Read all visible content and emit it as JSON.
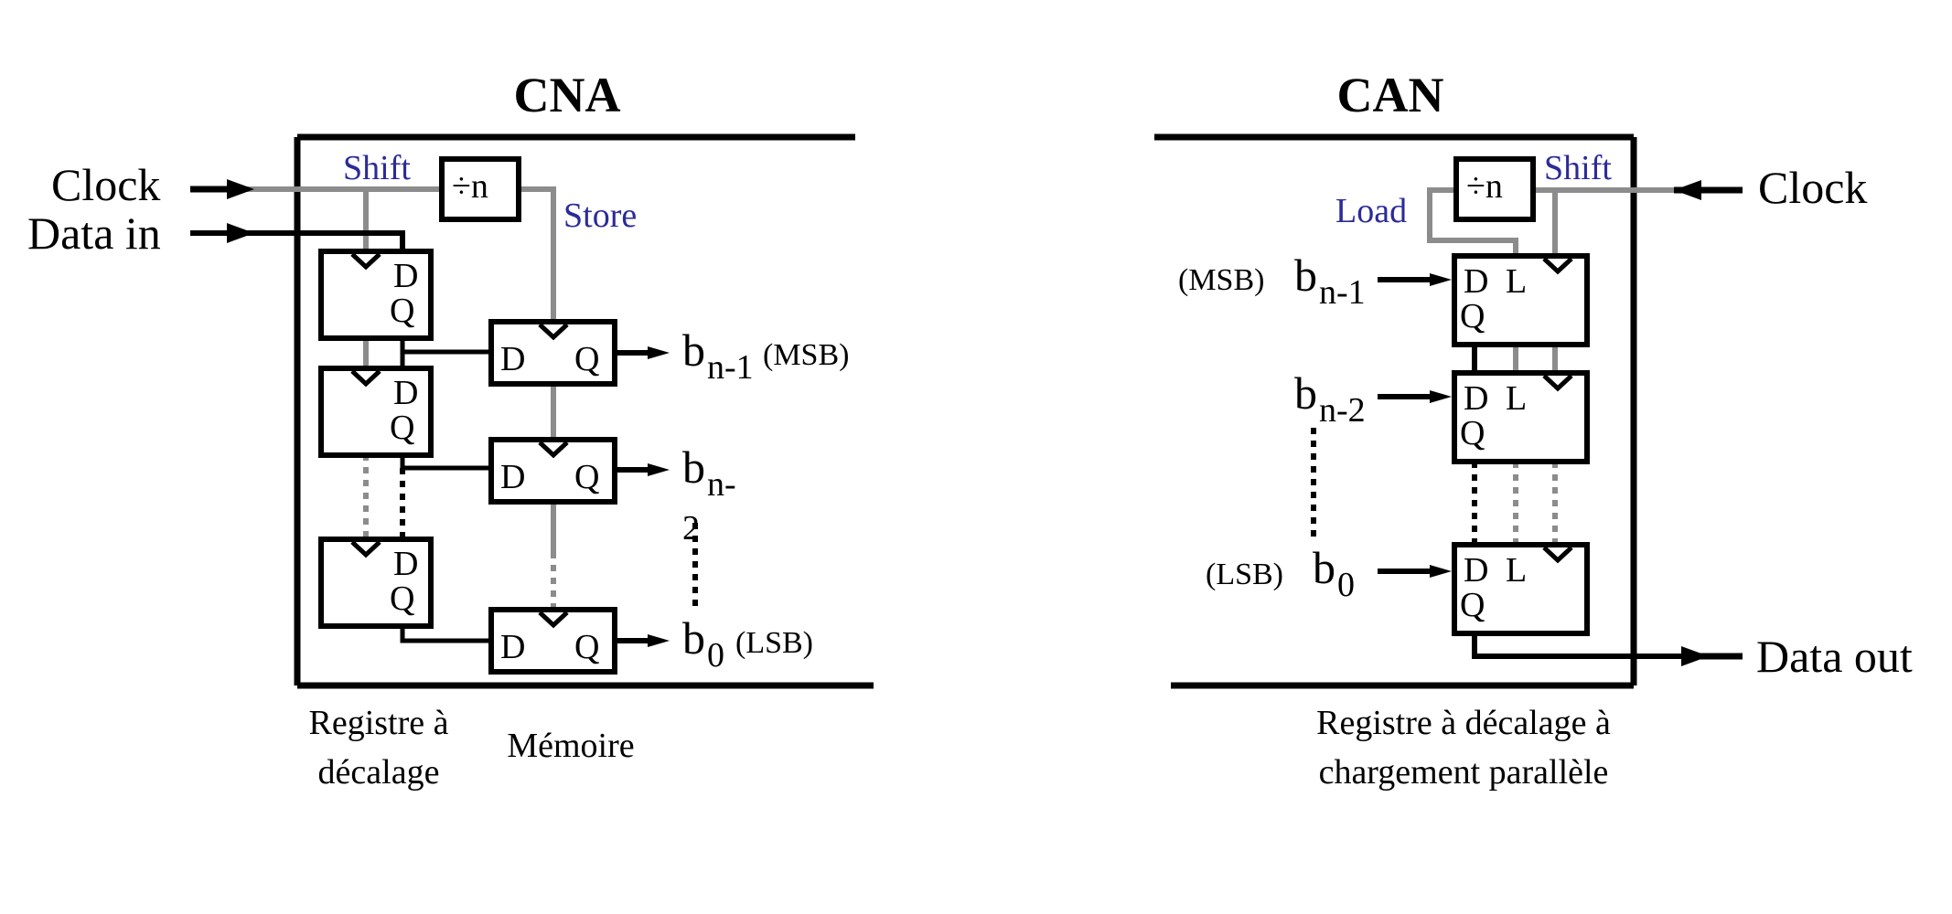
{
  "cna": {
    "title": "CNA",
    "clock": "Clock",
    "data_in": "Data in",
    "shift": "Shift",
    "divider": "÷n",
    "store": "Store",
    "ff_d": "D",
    "ff_q": "Q",
    "out_msb_b": "b",
    "out_msb_sub": "n-1",
    "out_msb_tag": "(MSB)",
    "out_2_b": "b",
    "out_2_sub": "n-",
    "out_2_wrap": "2",
    "out_lsb_b": "b",
    "out_lsb_sub": "0",
    "out_lsb_tag": "(LSB)",
    "caption_reg_1": "Registre à",
    "caption_reg_2": "décalage",
    "caption_mem": "Mémoire"
  },
  "can": {
    "title": "CAN",
    "clock": "Clock",
    "data_out": "Data out",
    "shift": "Shift",
    "load": "Load",
    "divider": "÷n",
    "ff_d": "D",
    "ff_l": "L",
    "ff_q": "Q",
    "in_msb_tag": "(MSB)",
    "in_msb_b": "b",
    "in_msb_sub": "n-1",
    "in_2_b": "b",
    "in_2_sub": "n-2",
    "in_lsb_tag": "(LSB)",
    "in_lsb_b": "b",
    "in_lsb_sub": "0",
    "caption_1": "Registre à décalage à",
    "caption_2": "chargement parallèle"
  },
  "colors": {
    "wire": "#000000",
    "clock_wire": "#8c8c8c",
    "signal_label": "#2b2b9a"
  }
}
